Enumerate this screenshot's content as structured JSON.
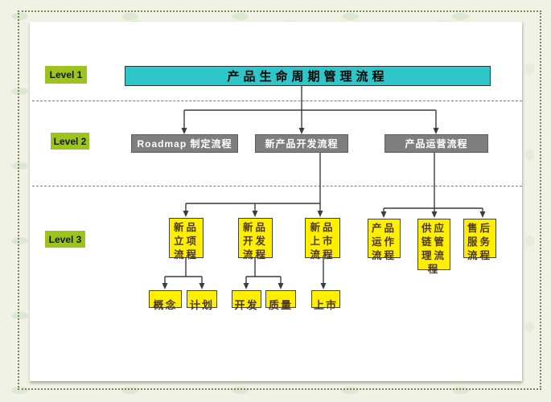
{
  "diagram": {
    "level_labels": [
      {
        "label": "Level 1"
      },
      {
        "label": "Level 2"
      },
      {
        "label": "Level 3"
      }
    ],
    "level1": {
      "title": "产品生命周期管理流程"
    },
    "level2": [
      {
        "label": "Roadmap 制定流程"
      },
      {
        "label": "新产品开发流程"
      },
      {
        "label": "产品运营流程"
      }
    ],
    "level3": [
      {
        "label": "新品立项流程",
        "display": "新品\n立项\n流程"
      },
      {
        "label": "新品开发流程",
        "display": "新品\n开发\n流程"
      },
      {
        "label": "新品上市流程",
        "display": "新品\n上市\n流程"
      },
      {
        "label": "产品运作流程",
        "display": "产品\n运作\n流程"
      },
      {
        "label": "供应链管理流程",
        "display": "供应\n链管\n理流\n程"
      },
      {
        "label": "售后服务流程",
        "display": "售后\n服务\n流程"
      }
    ],
    "level4": [
      {
        "label": "概念"
      },
      {
        "label": "计划"
      },
      {
        "label": "开发"
      },
      {
        "label": "质量"
      },
      {
        "label": "上市"
      }
    ],
    "colors": {
      "level_label_bg": "#9dc41d",
      "level1_box_bg": "#2fc6c9",
      "level2_box_bg": "#7e7e7e",
      "level3_box_bg": "#feee00",
      "connector": "#3c3c3c"
    }
  }
}
